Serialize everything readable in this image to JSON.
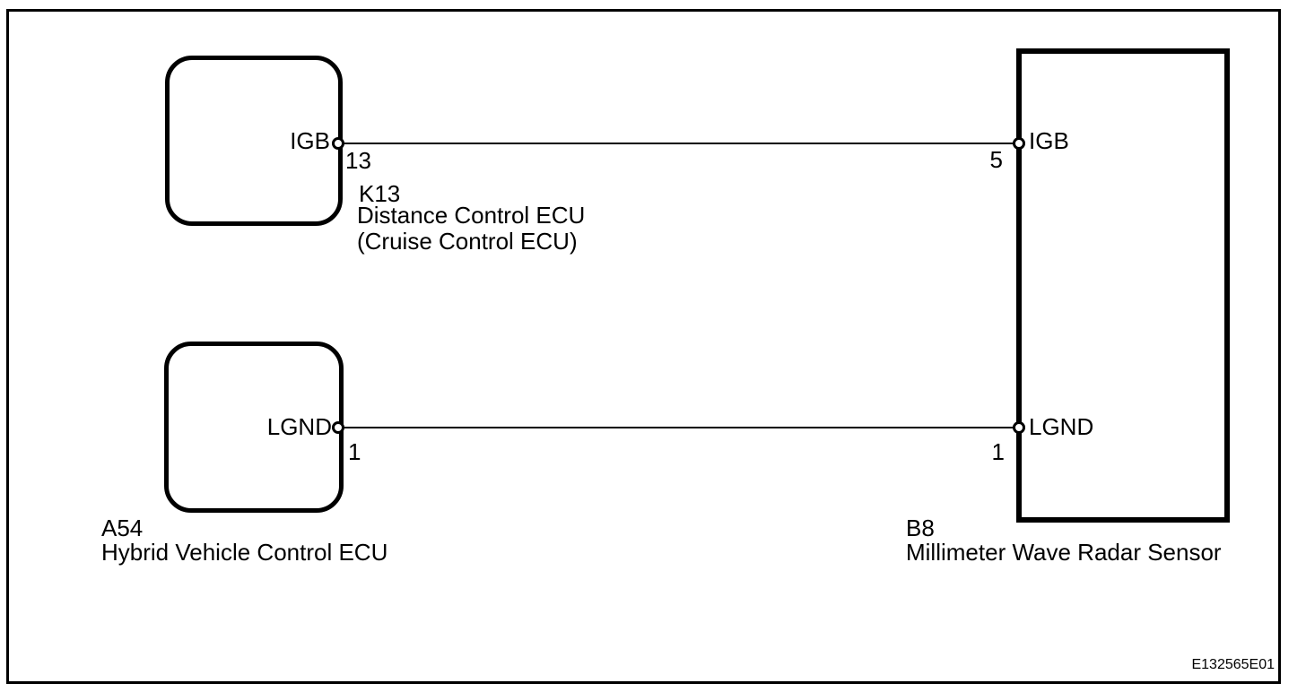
{
  "diagram": {
    "kind": "wiring-diagram",
    "reference_code": "E132565E01",
    "colors": {
      "line": "#000000",
      "background": "#ffffff"
    },
    "components": {
      "distance_control_ecu": {
        "code": "K13",
        "name": "Distance Control ECU",
        "name_secondary": "(Cruise Control ECU)",
        "pin": {
          "label": "IGB",
          "number": "13"
        }
      },
      "hybrid_vehicle_control_ecu": {
        "code": "A54",
        "name": "Hybrid Vehicle Control ECU",
        "pin": {
          "label": "LGND",
          "number": "1"
        }
      },
      "millimeter_wave_radar_sensor": {
        "code": "B8",
        "name": "Millimeter Wave Radar Sensor",
        "pin_igb": {
          "label": "IGB",
          "number": "5"
        },
        "pin_lgnd": {
          "label": "LGND",
          "number": "1"
        }
      }
    },
    "wires": [
      {
        "signal": "IGB",
        "from": "K13 pin 13",
        "to": "B8 pin 5"
      },
      {
        "signal": "LGND",
        "from": "A54 pin 1",
        "to": "B8 pin 1"
      }
    ]
  }
}
